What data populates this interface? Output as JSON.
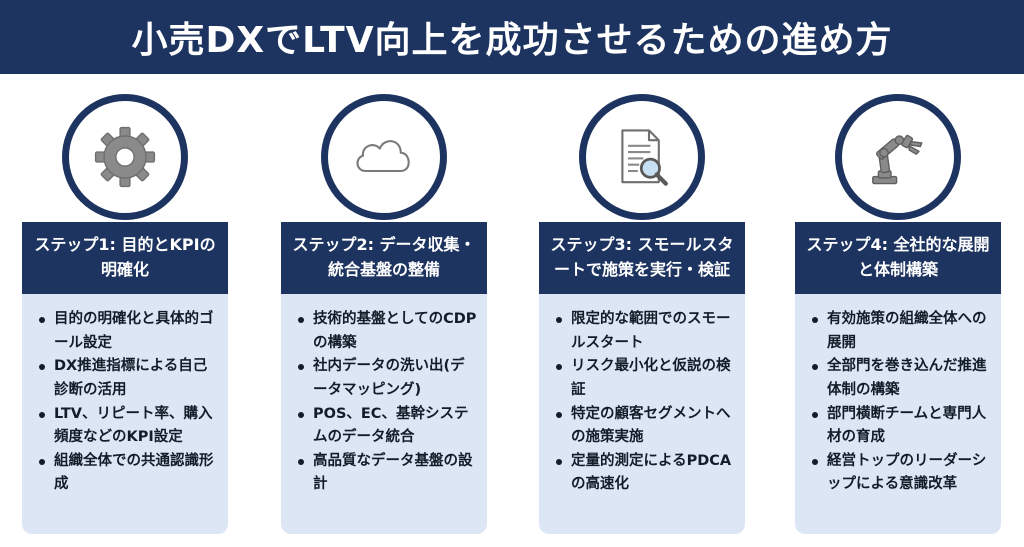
{
  "title": "小売DXでLTV向上を成功させるための進め方",
  "steps": [
    {
      "icon": "gear-icon",
      "heading": "ステップ1: 目的とKPIの明確化",
      "items": [
        "目的の明確化と具体的ゴール設定",
        "DX推進指標による自己診断の活用",
        "LTV、リピート率、購入頻度などのKPI設定",
        "組織全体での共通認識形成"
      ]
    },
    {
      "icon": "cloud-icon",
      "heading": "ステップ2: データ収集・統合基盤の整備",
      "items": [
        "技術的基盤としてのCDPの構築",
        "社内データの洗い出(データマッピング)",
        "POS、EC、基幹システムのデータ統合",
        "高品質なデータ基盤の設計"
      ]
    },
    {
      "icon": "document-search-icon",
      "heading": "ステップ3: スモールスタートで施策を実行・検証",
      "items": [
        "限定的な範囲でのスモールスタート",
        "リスク最小化と仮説の検証",
        "特定の顧客セグメントへの施策実施",
        "定量的測定によるPDCAの高速化"
      ]
    },
    {
      "icon": "robot-arm-icon",
      "heading": "ステップ4: 全社的な展開と体制構築",
      "items": [
        "有効施策の組織全体への展開",
        "全部門を巻き込んだ推進体制の構築",
        "部門横断チームと専門人材の育成",
        "経営トップのリーダーシップによる意識改革"
      ]
    }
  ],
  "colors": {
    "navy": "#1d3461",
    "panel": "#dce6f4",
    "icon_gray": "#8a8a8a"
  }
}
